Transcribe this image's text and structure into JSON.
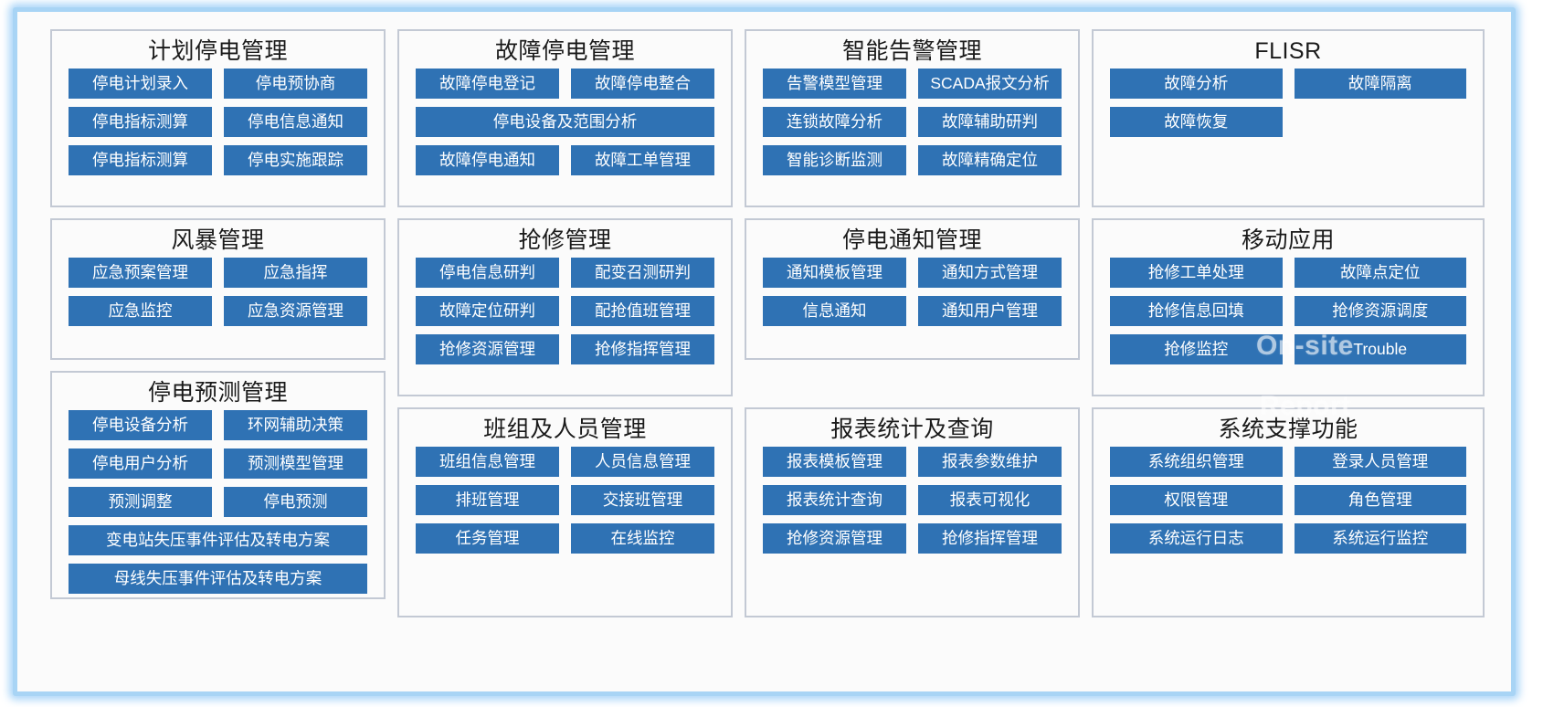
{
  "theme": {
    "button_blue": "#2f72b4",
    "panel_border": "#c3c9d4",
    "outer_glow": "#a8d4f5",
    "page_background": "#fbfbfb",
    "title_color": "#1a1a1a"
  },
  "overlay": {
    "line1": "On-site",
    "line2": "Trouble",
    "line3": "Report"
  },
  "panels": [
    {
      "id": "planned-outage-management",
      "title": "计划停电管理",
      "rows": [
        [
          "停电计划录入",
          "停电预协商"
        ],
        [
          "停电指标测算",
          "停电信息通知"
        ],
        [
          "停电指标测算",
          "停电实施跟踪"
        ]
      ]
    },
    {
      "id": "fault-outage-management",
      "title": "故障停电管理",
      "rows": [
        [
          "故障停电登记",
          "故障停电整合"
        ],
        [
          "停电设备及范围分析"
        ],
        [
          "故障停电通知",
          "故障工单管理"
        ]
      ]
    },
    {
      "id": "intelligent-alarm-management",
      "title": "智能告警管理",
      "rows": [
        [
          "告警模型管理",
          "SCADA报文分析"
        ],
        [
          "连锁故障分析",
          "故障辅助研判"
        ],
        [
          "智能诊断监测",
          "故障精确定位"
        ]
      ]
    },
    {
      "id": "flisr",
      "title": "FLISR",
      "rows": [
        [
          "故障分析",
          "故障隔离"
        ],
        [
          "故障恢复",
          ""
        ],
        []
      ]
    },
    {
      "id": "storm-management",
      "title": "风暴管理",
      "rows": [
        [
          "应急预案管理",
          "应急指挥"
        ],
        [
          "应急监控",
          "应急资源管理"
        ]
      ]
    },
    {
      "id": "emergency-repair-management",
      "title": "抢修管理",
      "rows": [
        [
          "停电信息研判",
          "配变召测研判"
        ],
        [
          "故障定位研判",
          "配抢值班管理"
        ],
        [
          "抢修资源管理",
          "抢修指挥管理"
        ]
      ]
    },
    {
      "id": "outage-notification-management",
      "title": "停电通知管理",
      "rows": [
        [
          "通知模板管理",
          "通知方式管理"
        ],
        [
          "信息通知",
          "通知用户管理"
        ]
      ]
    },
    {
      "id": "mobile-application",
      "title": "移动应用",
      "rows": [
        [
          "抢修工单处理",
          "故障点定位"
        ],
        [
          "抢修信息回填",
          "抢修资源调度"
        ],
        [
          "抢修监控",
          "Trouble"
        ]
      ]
    },
    {
      "id": "outage-prediction-management",
      "title": "停电预测管理",
      "rows": [
        [
          "停电设备分析",
          "环网辅助决策"
        ],
        [
          "停电用户分析",
          "预测模型管理"
        ],
        [
          "预测调整",
          "停电预测"
        ],
        [
          "变电站失压事件评估及转电方案"
        ],
        [
          "母线失压事件评估及转电方案"
        ]
      ]
    },
    {
      "id": "team-and-personnel-management",
      "title": "班组及人员管理",
      "rows": [
        [
          "班组信息管理",
          "人员信息管理"
        ],
        [
          "排班管理",
          "交接班管理"
        ],
        [
          "任务管理",
          "在线监控"
        ]
      ]
    },
    {
      "id": "report-statistics-and-query",
      "title": "报表统计及查询",
      "rows": [
        [
          "报表模板管理",
          "报表参数维护"
        ],
        [
          "报表统计查询",
          "报表可视化"
        ],
        [
          "抢修资源管理",
          "抢修指挥管理"
        ]
      ]
    },
    {
      "id": "system-support-functions",
      "title": "系统支撑功能",
      "rows": [
        [
          "系统组织管理",
          "登录人员管理"
        ],
        [
          "权限管理",
          "角色管理"
        ],
        [
          "系统运行日志",
          "系统运行监控"
        ]
      ]
    }
  ]
}
